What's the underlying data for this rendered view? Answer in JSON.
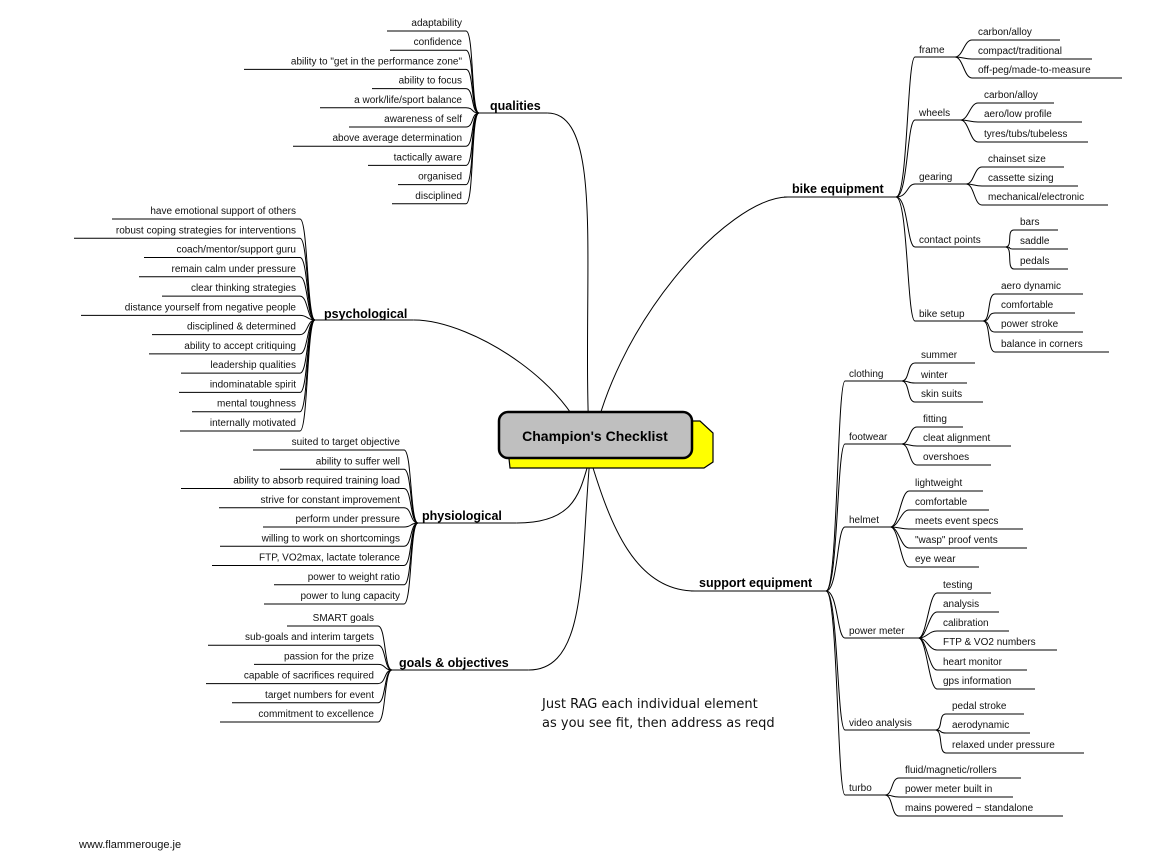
{
  "title": "Champion's Checklist",
  "note": [
    "Just RAG each individual element",
    "as you see fit, then address as reqd"
  ],
  "footer": "www.flammerouge.je",
  "colors": {
    "center_fill": "#bfbfbf",
    "center_shadow": "#ffff00",
    "line": "#000000"
  },
  "branches": [
    {
      "label": "qualities",
      "side": "left",
      "items": [
        "adaptability",
        "confidence",
        "ability to \"get in the performance zone\"",
        "ability to focus",
        "a work/life/sport balance",
        "awareness of self",
        "above average determination",
        "tactically aware",
        "organised",
        "disciplined"
      ]
    },
    {
      "label": "psychological",
      "side": "left",
      "items": [
        "have emotional support of others",
        "robust coping strategies for interventions",
        "coach/mentor/support guru",
        "remain calm under pressure",
        "clear thinking strategies",
        "distance yourself from negative people",
        "disciplined & determined",
        "ability to accept critiquing",
        "leadership qualities",
        "indominatable spirit",
        "mental toughness",
        "internally motivated"
      ]
    },
    {
      "label": "physiological",
      "side": "left",
      "items": [
        "suited to target objective",
        "ability to suffer well",
        "ability to absorb required training load",
        "strive for constant improvement",
        "perform under pressure",
        "willing to work on shortcomings",
        "FTP, VO2max, lactate tolerance",
        "power to weight ratio",
        "power to lung capacity"
      ]
    },
    {
      "label": "goals & objectives",
      "side": "left",
      "items": [
        "SMART goals",
        "sub-goals and interim targets",
        "passion for the prize",
        "capable of sacrifices required",
        "target numbers for event",
        "commitment to excellence"
      ]
    },
    {
      "label": "bike equipment",
      "side": "right",
      "groups": [
        {
          "label": "frame",
          "items": [
            "carbon/alloy",
            "compact/traditional",
            "off-peg/made-to-measure"
          ]
        },
        {
          "label": "wheels",
          "items": [
            "carbon/alloy",
            "aero/low profile",
            "tyres/tubs/tubeless"
          ]
        },
        {
          "label": "gearing",
          "items": [
            "chainset size",
            "cassette sizing",
            "mechanical/electronic"
          ]
        },
        {
          "label": "contact points",
          "items": [
            "bars",
            "saddle",
            "pedals"
          ]
        },
        {
          "label": "bike setup",
          "items": [
            "aero dynamic",
            "comfortable",
            "power stroke",
            "balance in corners"
          ]
        }
      ]
    },
    {
      "label": "support equipment",
      "side": "right",
      "groups": [
        {
          "label": "clothing",
          "items": [
            "summer",
            "winter",
            "skin suits"
          ]
        },
        {
          "label": "footwear",
          "items": [
            "fitting",
            "cleat alignment",
            "overshoes"
          ]
        },
        {
          "label": "helmet",
          "items": [
            "lightweight",
            "comfortable",
            "meets event specs",
            "\"wasp\" proof vents",
            "eye wear"
          ]
        },
        {
          "label": "power meter",
          "items": [
            "testing",
            "analysis",
            "calibration",
            "FTP & VO2 numbers",
            "heart monitor",
            "gps information"
          ]
        },
        {
          "label": "video analysis",
          "items": [
            "pedal stroke",
            "aerodynamic",
            "relaxed under pressure"
          ]
        },
        {
          "label": "turbo",
          "items": [
            "fluid/magnetic/rollers",
            "power meter built in",
            "mains powered ~ standalone"
          ]
        }
      ]
    }
  ]
}
